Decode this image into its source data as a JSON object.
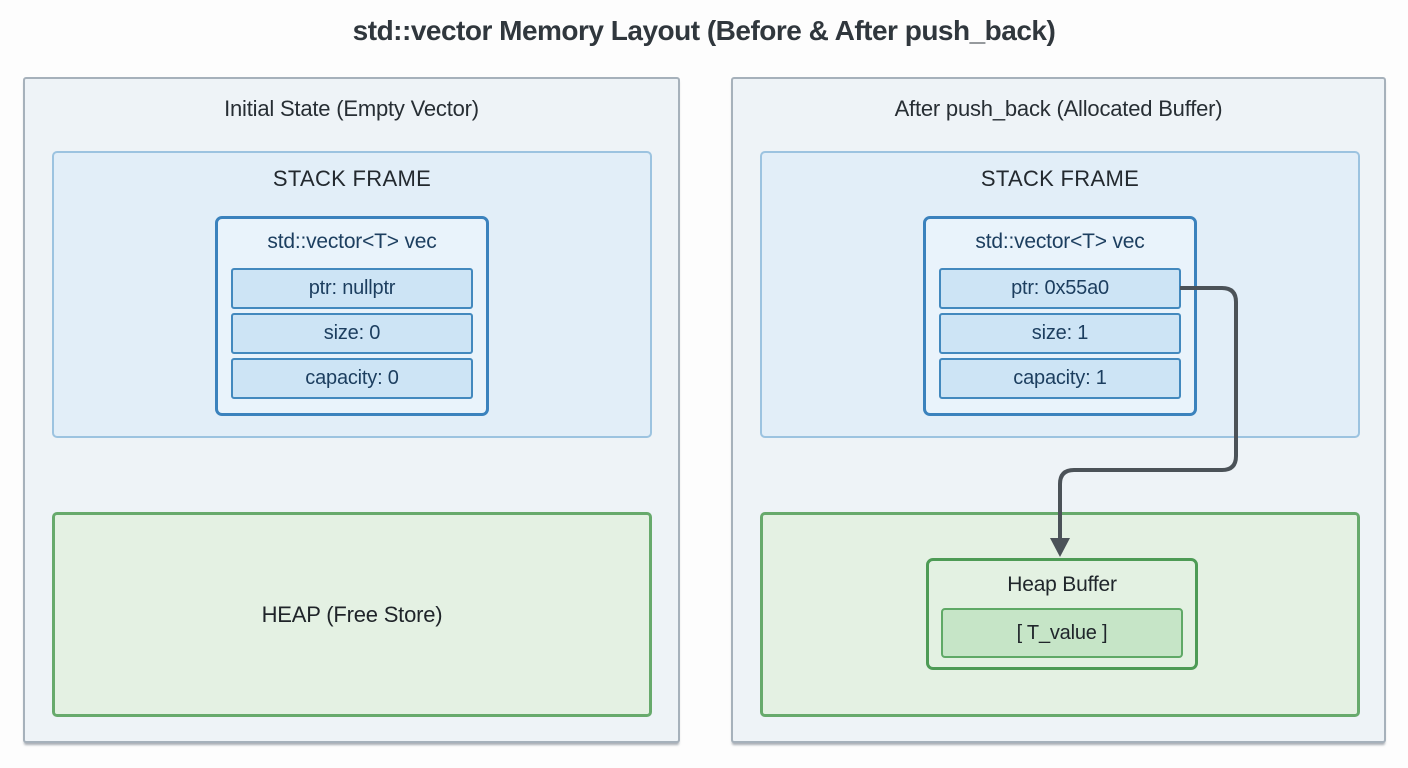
{
  "title": "std::vector Memory Layout (Before & After push_back)",
  "panels": {
    "left": {
      "header": "Initial State (Empty Vector)",
      "stack_frame": {
        "label": "STACK FRAME",
        "vector_box": {
          "title": "std::vector<T> vec",
          "rows": [
            "ptr: nullptr",
            "size: 0",
            "capacity: 0"
          ]
        }
      },
      "heap": {
        "label": "HEAP (Free Store)"
      }
    },
    "right": {
      "header": "After push_back (Allocated Buffer)",
      "stack_frame": {
        "label": "STACK FRAME",
        "vector_box": {
          "title": "std::vector<T> vec",
          "rows": [
            "ptr: 0x55a0",
            "size: 1",
            "capacity: 1"
          ]
        }
      },
      "heap": {
        "buffer": {
          "title": "Heap Buffer",
          "cell": "[ T_value ]"
        }
      }
    }
  },
  "arrow": {
    "meaning": "ptr field points to allocated heap buffer",
    "color": "#4b5258"
  },
  "colors": {
    "page_bg": "#fdfdfd",
    "panel_bg": "#eef3f7",
    "panel_border": "#a6b1bb",
    "stack_frame_bg": "#e2eef8",
    "stack_frame_border": "#9cc3e0",
    "vector_box_bg": "#e9f3fb",
    "vector_box_border": "#3b82bd",
    "row_bg": "#cde4f5",
    "row_border": "#4389be",
    "blue_text": "#1c3e5f",
    "heap_bg": "#e4f1e3",
    "heap_border": "#67aa6c",
    "heap_buffer_border": "#4d9b55",
    "cell_bg": "#c6e5c7",
    "cell_border": "#5fa966",
    "dark_text": "#20262b",
    "title_text": "#30373d"
  }
}
